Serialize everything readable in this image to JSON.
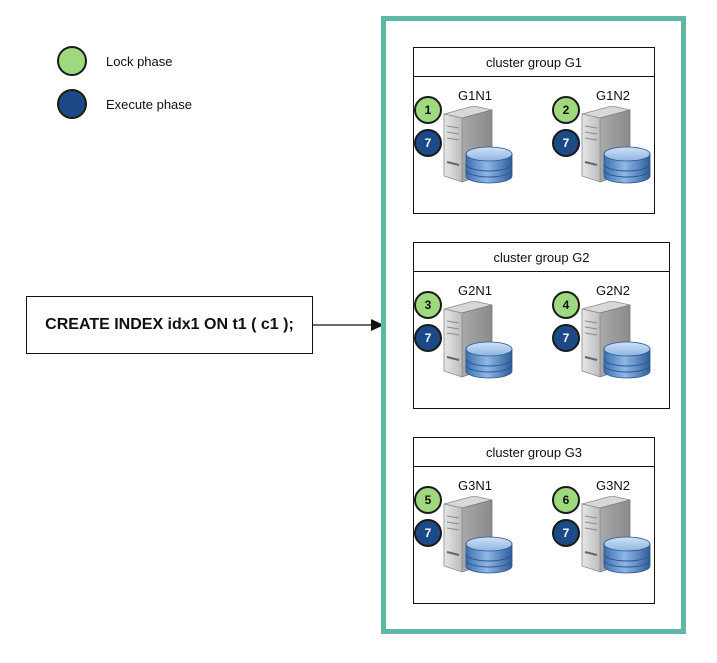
{
  "colors": {
    "lock_phase": "#9fd97f",
    "execute_phase": "#1b4a86",
    "frame": "#5fb8a7"
  },
  "legend": [
    {
      "label": "Lock phase",
      "color": "#9fd97f"
    },
    {
      "label": "Execute phase",
      "color": "#1b4a86"
    }
  ],
  "sql_statement": "CREATE INDEX idx1 ON t1 ( c1 );",
  "cluster_groups": [
    {
      "title": "cluster group G1",
      "nodes": [
        {
          "name": "G1N1",
          "lock_step": "1",
          "execute_step": "7"
        },
        {
          "name": "G1N2",
          "lock_step": "2",
          "execute_step": "7"
        }
      ]
    },
    {
      "title": "cluster group G2",
      "nodes": [
        {
          "name": "G2N1",
          "lock_step": "3",
          "execute_step": "7"
        },
        {
          "name": "G2N2",
          "lock_step": "4",
          "execute_step": "7"
        }
      ]
    },
    {
      "title": "cluster group G3",
      "nodes": [
        {
          "name": "G3N1",
          "lock_step": "5",
          "execute_step": "7"
        },
        {
          "name": "G3N2",
          "lock_step": "6",
          "execute_step": "7"
        }
      ]
    }
  ]
}
